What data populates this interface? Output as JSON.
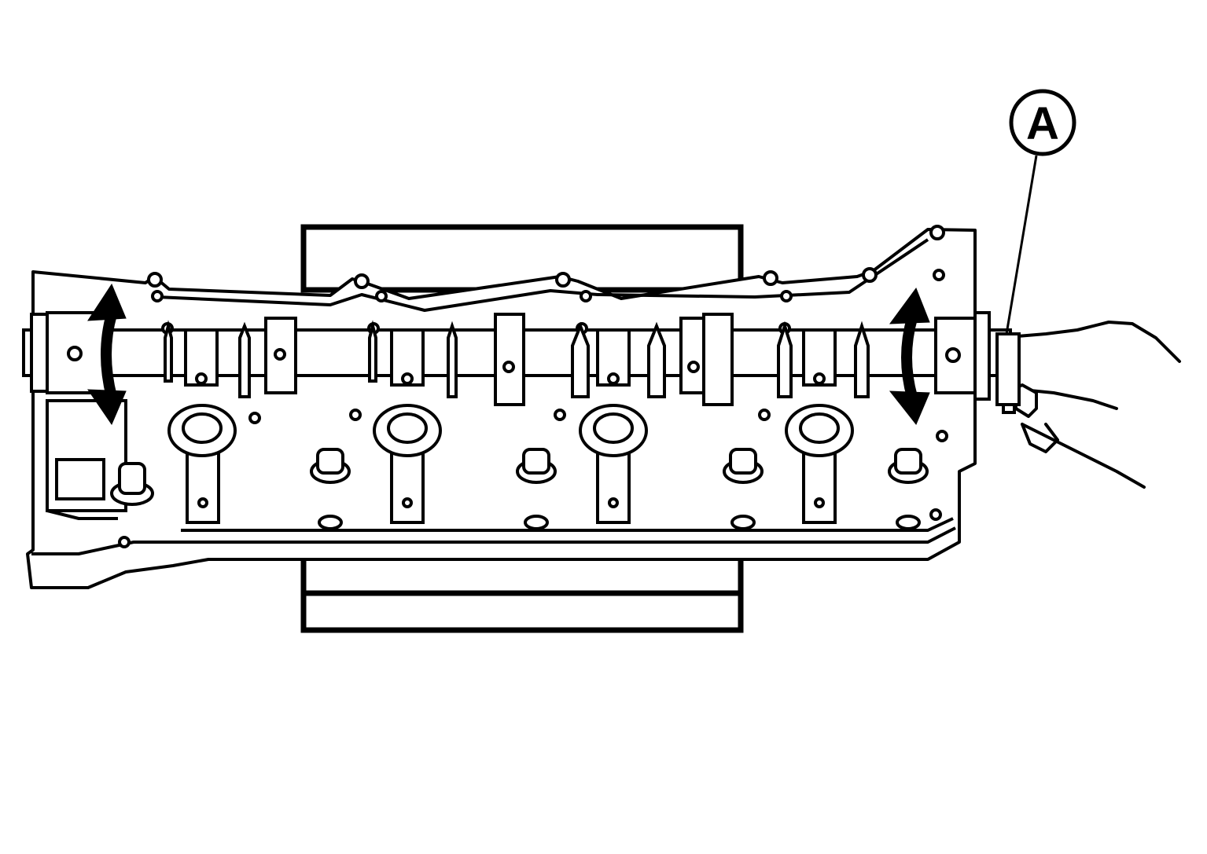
{
  "figure": {
    "callouts": [
      {
        "id": "A",
        "label": "A",
        "target": "tool-a"
      }
    ],
    "colors": {
      "line": "#000000",
      "fill": "#ffffff"
    }
  }
}
